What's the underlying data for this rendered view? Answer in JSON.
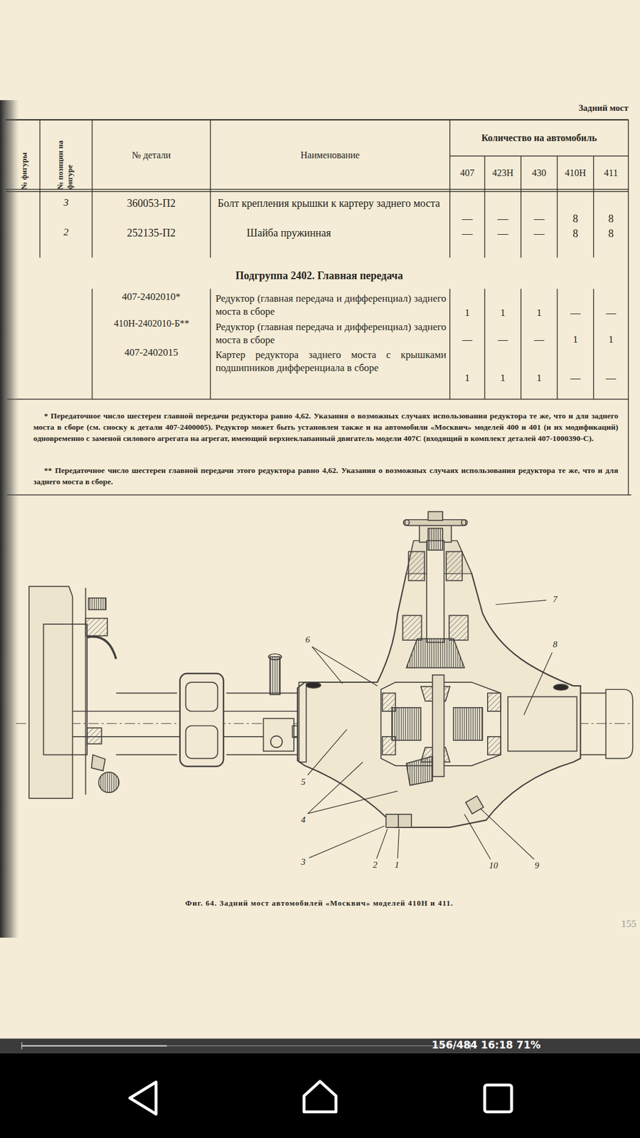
{
  "diagram": {
    "title": "Подгруппа 2402. Главная передача",
    "caption": "Фиг. 64. Задний мост автомобилей «Москвич» моделей 410Н и 411.",
    "labels": [
      "Задний мост",
      "№ фигуры",
      "№ позиции на фигуре",
      "№ детали",
      "Наименование",
      "Количество на автомобиль",
      "407",
      "423Н",
      "430",
      "410Н",
      "411",
      "3",
      "360053-П2",
      "Болт крепления крышки к картеру заднего моста",
      "—",
      "—",
      "—",
      "8",
      "8",
      "2",
      "252135-П2",
      "Шайба пружинная",
      "—",
      "—",
      "—",
      "8",
      "8",
      "407-2402010*",
      "Редуктор (главная передача и дифференциал) заднего моста в сборе",
      "1",
      "1",
      "1",
      "—",
      "—",
      "410Н-2402010-Б**",
      "Редуктор (главная передача и дифференциал) заднего моста в сборе",
      "—",
      "—",
      "—",
      "1",
      "1",
      "407-2402015",
      "Картер редуктора заднего моста с крышками подшипников дифференциала в сборе",
      "1",
      "1",
      "1",
      "—",
      "—",
      "* Передаточное число шестерен главной передачи редуктора равно 4,62. Указания о возможных случаях использования редуктора те же, что и для заднего моста в сборе (см. сноску к детали 407-2400005). Редуктор может быть установлен также и на автомобили «Москвич» моделей 400 и 401 (и их модификаций) одновременно с заменой силового агрегата на агрегат, имеющий верхнеклапанный двигатель модели 407С (входящий в комплект деталей 407-1000390-С).",
      "** Передаточное число шестерен главной передачи этого редуктора равно 4,62. Указания о возможных случаях использования редуктора те же, что и для заднего моста в сборе.",
      "7",
      "8",
      "6",
      "5",
      "4",
      "3",
      "2",
      "1",
      "10",
      "9",
      "155",
      "156/484 16:18 71%"
    ]
  }
}
